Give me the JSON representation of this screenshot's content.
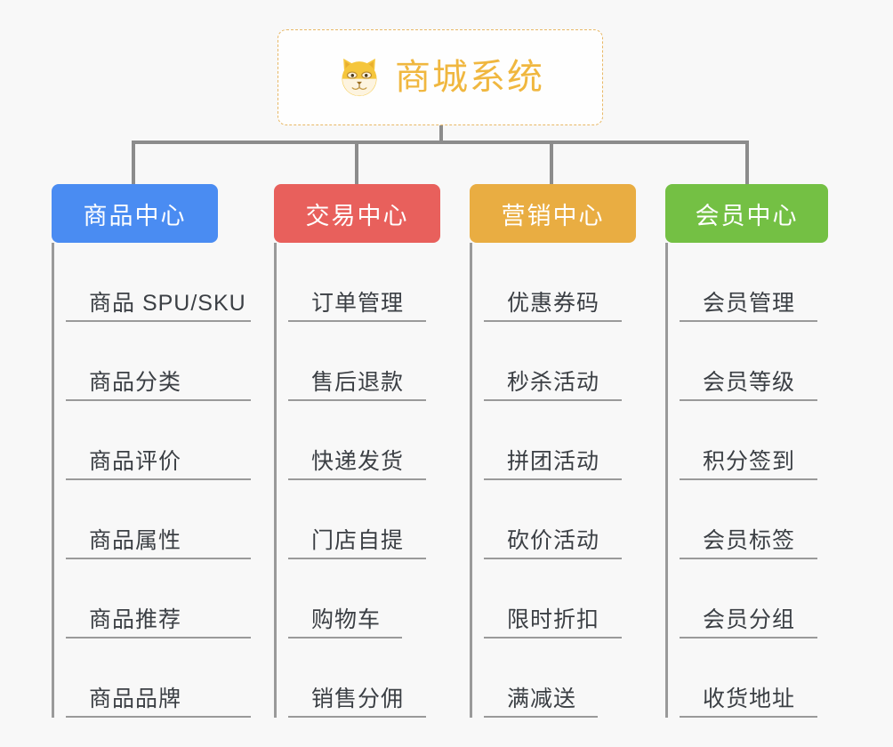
{
  "canvas": {
    "background": "#f8f8f8",
    "line_color": "#9a9a9a"
  },
  "root": {
    "title": "商城系统",
    "icon": "shiba-dog-face-icon",
    "text_color": "#f0b73f",
    "border_color": "#e8b866"
  },
  "branches": [
    {
      "label": "商品中心",
      "color": "#4a8cf2",
      "items": [
        "商品 SPU/SKU",
        "商品分类",
        "商品评价",
        "商品属性",
        "商品推荐",
        "商品品牌"
      ]
    },
    {
      "label": "交易中心",
      "color": "#e8605c",
      "items": [
        "订单管理",
        "售后退款",
        "快递发货",
        "门店自提",
        "购物车",
        "销售分佣"
      ]
    },
    {
      "label": "营销中心",
      "color": "#e9ad42",
      "items": [
        "优惠券码",
        "秒杀活动",
        "拼团活动",
        "砍价活动",
        "限时折扣",
        "满减送"
      ]
    },
    {
      "label": "会员中心",
      "color": "#74c044",
      "items": [
        "会员管理",
        "会员等级",
        "积分签到",
        "会员标签",
        "会员分组",
        "收货地址"
      ]
    }
  ]
}
